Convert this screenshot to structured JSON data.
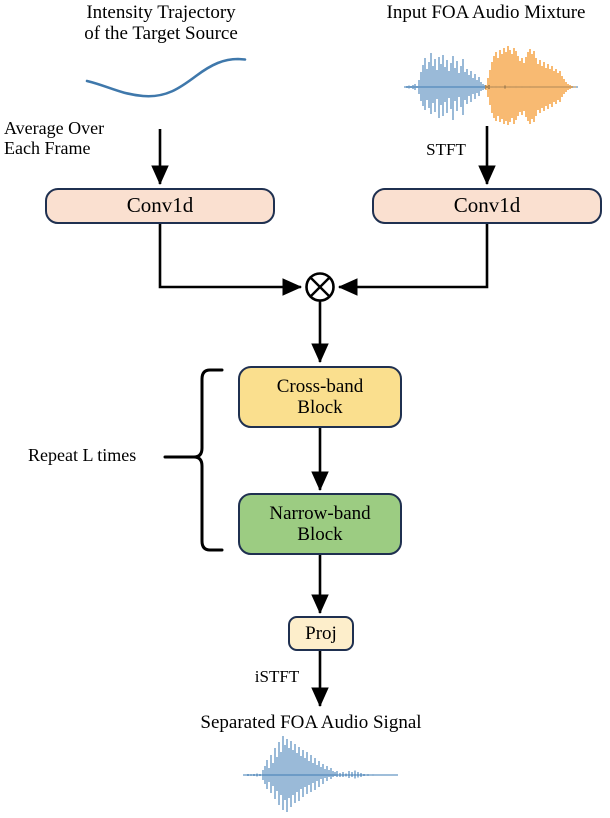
{
  "diagram": {
    "title_left": "Intensity Trajectory\nof the Target Source",
    "title_left_line1": "Intensity Trajectory",
    "title_left_line2": "of the Target Source",
    "title_right": "Input FOA Audio Mixture",
    "label_average": "Average Over",
    "label_average_line2": "Each Frame",
    "label_stft": "STFT",
    "label_repeat": "Repeat L times",
    "label_istft": "iSTFT",
    "label_output": "Separated FOA Audio Signal",
    "blocks": {
      "conv1d_left": "Conv1d",
      "conv1d_right": "Conv1d",
      "cross_band_line1": "Cross-band",
      "cross_band_line2": "Block",
      "narrow_band_line1": "Narrow-band",
      "narrow_band_line2": "Block",
      "proj": "Proj"
    },
    "operators": {
      "multiply": "⊗"
    },
    "colors": {
      "conv_fill": "#fae0d0",
      "cross_band_fill": "#fadf8e",
      "narrow_band_fill": "#9ccc82",
      "proj_fill": "#fdeecb",
      "box_stroke": "#1f3050",
      "arrow_stroke": "#000000",
      "curve_blue": "#3f78ab",
      "waveform_blue": "#3f7cb4",
      "waveform_orange": "#f4901e",
      "background": "#ffffff"
    }
  }
}
